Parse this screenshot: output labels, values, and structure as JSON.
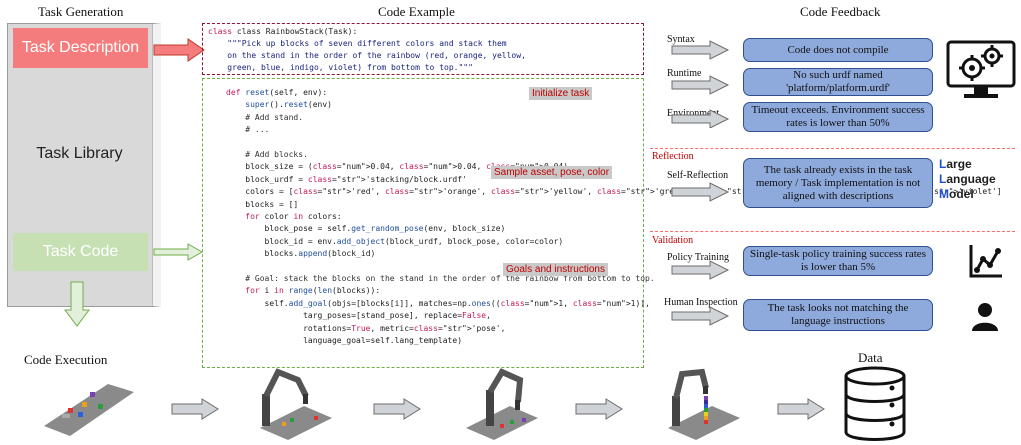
{
  "titles": {
    "task_generation": "Task Generation",
    "code_example": "Code Example",
    "code_feedback": "Code Feedback",
    "code_execution": "Code Execution",
    "data": "Data"
  },
  "library": {
    "task_description": "Task Description",
    "task_library": "Task Library",
    "task_code": "Task Code"
  },
  "code_header": [
    "class RainbowStack(Task):",
    "    \"\"\"Pick up blocks of seven different colors and stack them",
    "    on the stand in the order of the rainbow (red, orange, yellow,",
    "    green, blue, indigo, violet) from bottom to top.\"\"\""
  ],
  "code_body": [
    "def reset(self, env):",
    "    super().reset(env)",
    "    # Add stand.",
    "    # ...",
    "",
    "    # Add blocks.",
    "    block_size = (0.04, 0.04, 0.04)",
    "    block_urdf = 'stacking/block.urdf'",
    "    colors = ['red', 'orange', 'yellow', 'green', 'blue', 'indigo', 'violet']",
    "    blocks = []",
    "    for color in colors:",
    "        block_pose = self.get_random_pose(env, block_size)",
    "        block_id = env.add_object(block_urdf, block_pose, color=color)",
    "        blocks.append(block_id)",
    "",
    "    # Goal: stack the blocks on the stand in the order of the rainbow from bottom to top.",
    "    for i in range(len(blocks)):",
    "        self.add_goal(objs=[blocks[i]], matches=np.ones((1, 1)),",
    "                targ_poses=[stand_pose], replace=False,",
    "                rotations=True, metric='pose',",
    "                language_goal=self.lang_template)"
  ],
  "code_annotations": {
    "initialize": "Initialize task",
    "sample": "Sample asset, pose, color",
    "goals": "Goals and instructions"
  },
  "feedback": {
    "syntax_label": "Syntax",
    "syntax_msg": "Code does not compile",
    "runtime_label": "Runtime",
    "runtime_msg_1": "No such urdf named",
    "runtime_msg_2": "'platform/platform.urdf'",
    "env_label": "Environment",
    "env_msg": "Timeout exceeds. Environment success rates is lower than 50%",
    "reflection_title": "Reflection",
    "self_reflection_label": "Self-Reflection",
    "self_reflection_msg": "The task already exists in the task memory / Task implementation is not aligned with descriptions",
    "validation_title": "Validation",
    "policy_label": "Policy Training",
    "policy_msg": "Single-task policy training success rates is lower than 5%",
    "human_label": "Human Inspection",
    "human_msg": "The task looks not matching the language instructions"
  },
  "llm": {
    "l1_cap": "L",
    "l1_rest": "arge",
    "l2_cap": "L",
    "l2_rest": "anguage",
    "l3_cap": "M",
    "l3_rest": "odel"
  },
  "icons": [
    "computer-gear-icon",
    "line-chart-icon",
    "person-icon",
    "database-icon",
    "robot-arm-icon"
  ],
  "colors": {
    "task_description_bg": "#f47c7c",
    "task_code_bg": "#c6e0b4",
    "feedback_box": "#8ea9db",
    "annotation_red": "#c00000",
    "llm_blue": "#1f4fd8"
  }
}
